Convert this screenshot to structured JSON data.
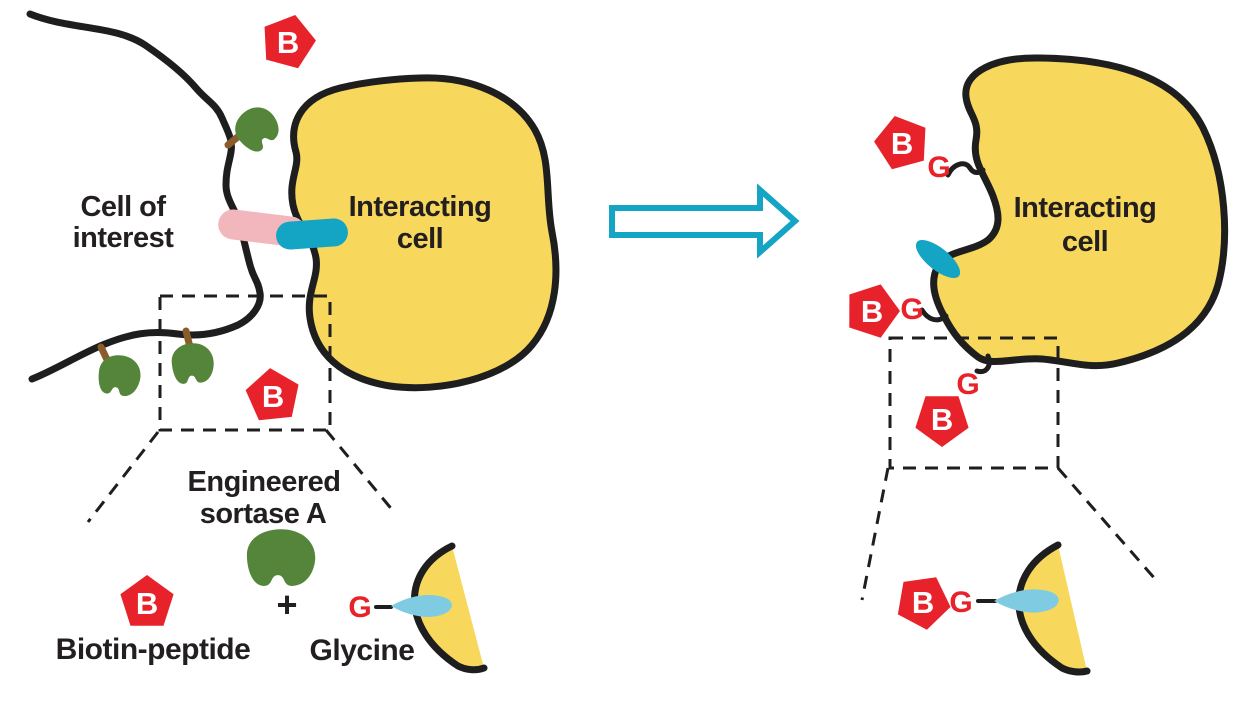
{
  "colors": {
    "yellow": "#f7d85c",
    "outline": "#1e1e1e",
    "red": "#e8222a",
    "green": "#55853a",
    "brown": "#8a5c2b",
    "pink": "#f2b6bd",
    "teal": "#14a5c5",
    "lightblue": "#7ecbe2",
    "text": "#231f20"
  },
  "left_panel": {
    "cell_of_interest_line1": "Cell of",
    "cell_of_interest_line2": "interest",
    "interacting_cell_line1": "Interacting",
    "interacting_cell_line2": "cell"
  },
  "right_panel": {
    "interacting_cell_line1": "Interacting",
    "interacting_cell_line2": "cell"
  },
  "legend": {
    "sortase_line1": "Engineered",
    "sortase_line2": "sortase A",
    "biotin_label": "Biotin-peptide",
    "plus": "+",
    "glycine_label": "Glycine"
  },
  "markers": {
    "biotin": "B",
    "glycine": "G"
  }
}
